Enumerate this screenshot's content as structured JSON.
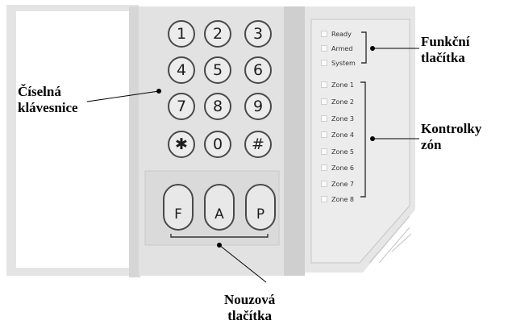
{
  "keypad": {
    "digit_keys": [
      "1",
      "2",
      "3",
      "4",
      "5",
      "6",
      "7",
      "8",
      "9",
      "✱",
      "0",
      "#"
    ],
    "function_keys": [
      "F",
      "A",
      "P"
    ]
  },
  "indicators": {
    "status": [
      "Ready",
      "Armed",
      "System"
    ],
    "zones": [
      "Zone 1",
      "Zone 2",
      "Zone 3",
      "Zone 4",
      "Zone 5",
      "Zone 6",
      "Zone 7",
      "Zone 8"
    ]
  },
  "callouts": {
    "numeric_keypad": [
      "Číselná",
      "klávesnice"
    ],
    "function_buttons": [
      "Funkční",
      "tlačítka"
    ],
    "zone_indicators": [
      "Kontrolky",
      "zón"
    ],
    "emergency_buttons": [
      "Nouzová",
      "tlačítka"
    ]
  }
}
